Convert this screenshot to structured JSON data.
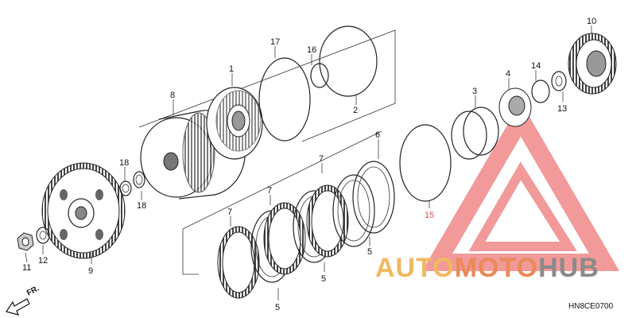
{
  "diagram": {
    "code": "HN8CE0700",
    "direction_label": "FR.",
    "part_callouts": [
      {
        "id": "c1",
        "label": "1"
      },
      {
        "id": "c2",
        "label": "2"
      },
      {
        "id": "c3",
        "label": "3"
      },
      {
        "id": "c4",
        "label": "4"
      },
      {
        "id": "c5a",
        "label": "5"
      },
      {
        "id": "c5b",
        "label": "5"
      },
      {
        "id": "c5c",
        "label": "5"
      },
      {
        "id": "c6",
        "label": "6"
      },
      {
        "id": "c7a",
        "label": "7"
      },
      {
        "id": "c7b",
        "label": "7"
      },
      {
        "id": "c7c",
        "label": "7"
      },
      {
        "id": "c8",
        "label": "8"
      },
      {
        "id": "c9",
        "label": "9"
      },
      {
        "id": "c10",
        "label": "10"
      },
      {
        "id": "c11",
        "label": "11"
      },
      {
        "id": "c12",
        "label": "12"
      },
      {
        "id": "c13",
        "label": "13"
      },
      {
        "id": "c14",
        "label": "14"
      },
      {
        "id": "c15",
        "label": "15"
      },
      {
        "id": "c16",
        "label": "16"
      },
      {
        "id": "c17",
        "label": "17"
      },
      {
        "id": "c18a",
        "label": "18"
      },
      {
        "id": "c18b",
        "label": "18"
      }
    ]
  },
  "watermark": {
    "part1": "AUTO",
    "part2": "MOTO",
    "part3": "HUB",
    "colors": {
      "primary": "#f0b860",
      "secondary": "#e88a5a",
      "tertiary": "#8a8a8a",
      "triangle": "#ee7777"
    }
  }
}
